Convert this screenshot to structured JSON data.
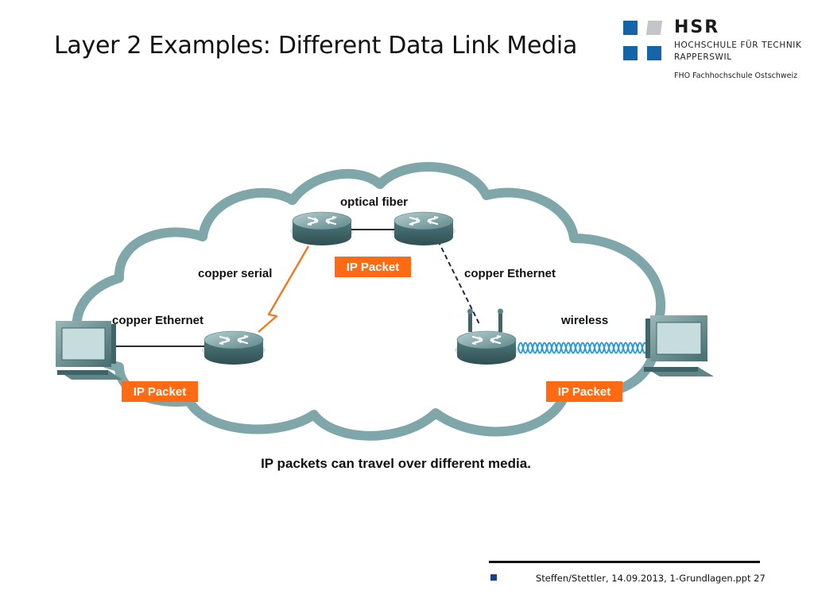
{
  "title": "Layer 2 Examples:  Different Data Link Media",
  "logo": {
    "name": "HSR",
    "line1": "HOCHSCHULE FÜR TECHNIK",
    "line2": "RAPPERSWIL",
    "sub": "FHO Fachhochschule Ostschweiz",
    "colors": {
      "blue": "#1465a8",
      "grey": "#c3c6c9"
    }
  },
  "diagram": {
    "labels": {
      "optical_fiber": "optical fiber",
      "copper_serial": "copper serial",
      "copper_ethernet_left": "copper Ethernet",
      "copper_ethernet_right": "copper Ethernet",
      "wireless": "wireless"
    },
    "packets": [
      "IP Packet",
      "IP Packet",
      "IP Packet"
    ],
    "colors": {
      "cloud": "#7fa6a8",
      "router": "#5b8487",
      "packet": "#ff6a12",
      "serial": "#f07a22",
      "wireless": "#2f9bd6"
    },
    "icons": [
      "computer-icon",
      "router-icon",
      "wireless-router-icon"
    ]
  },
  "caption": "IP packets can travel over different media.",
  "footer": {
    "text": "Steffen/Stettler, 14.09.2013, 1-Grundlagen.ppt 27"
  }
}
